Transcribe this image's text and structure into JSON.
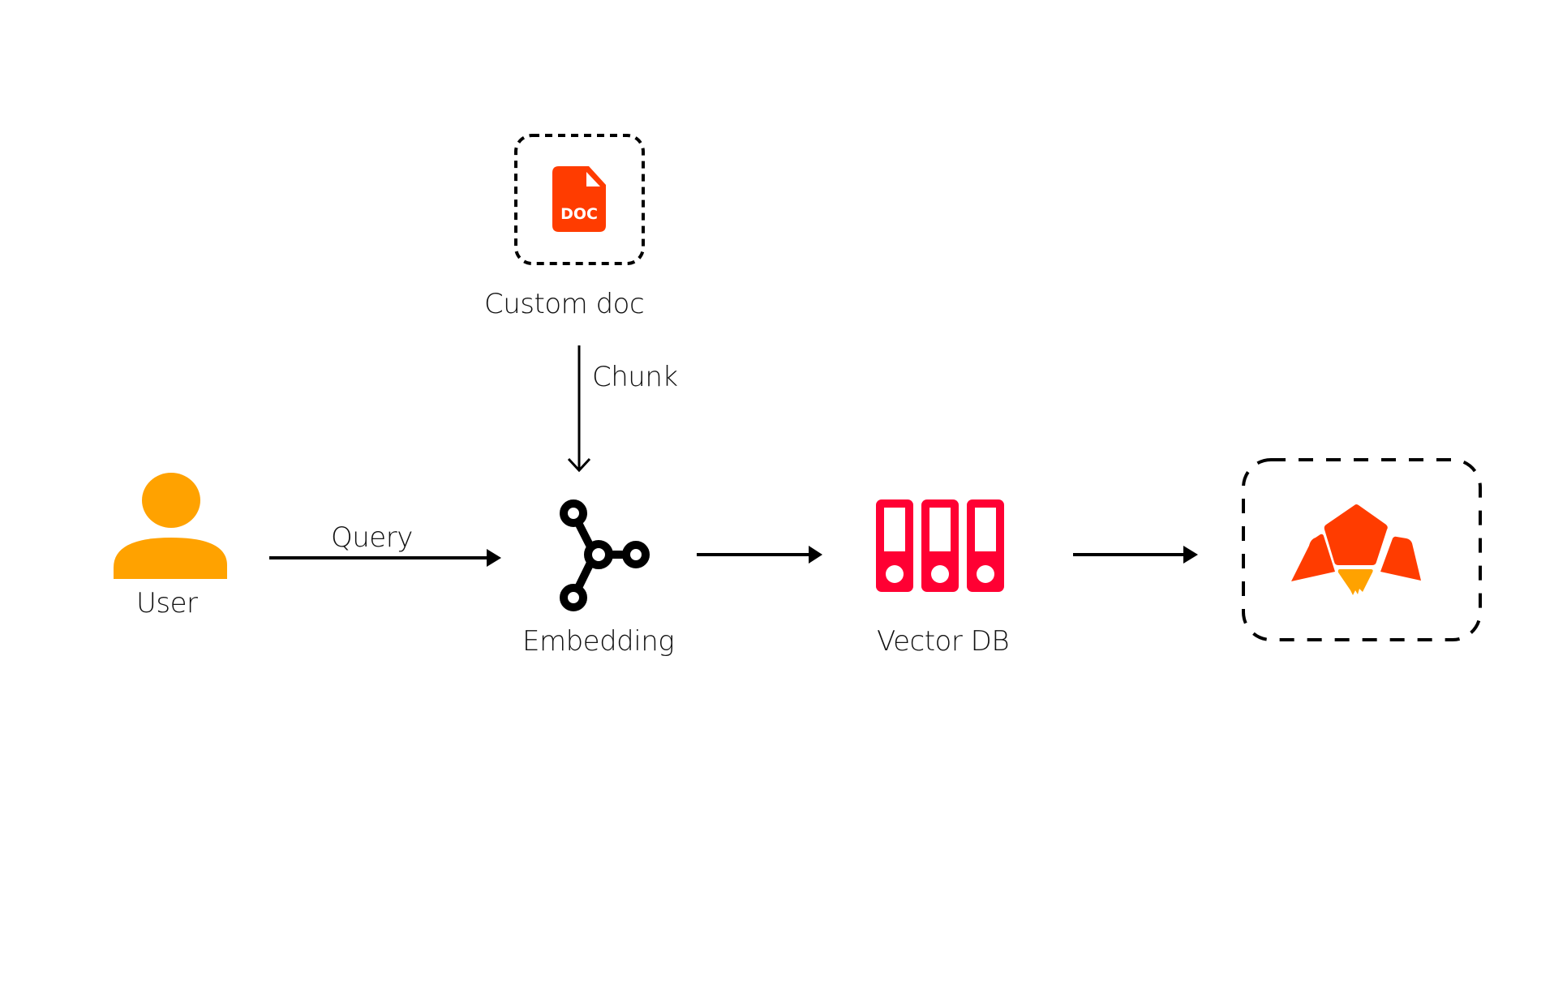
{
  "nodes": {
    "custom_doc": {
      "label": "Custom doc",
      "icon": "doc-file-icon",
      "icon_text": "DOC"
    },
    "user": {
      "label": "User",
      "icon": "user-icon"
    },
    "embedding": {
      "label": "Embedding",
      "icon": "embedding-nodes-icon"
    },
    "vector_db": {
      "label": "Vector DB",
      "icon": "binders-database-icon"
    },
    "llm": {
      "label": "",
      "icon": "bird-logo-icon"
    }
  },
  "edges": [
    {
      "from": "custom_doc",
      "to": "embedding",
      "label": "Chunk"
    },
    {
      "from": "user",
      "to": "embedding",
      "label": "Query"
    },
    {
      "from": "embedding",
      "to": "vector_db",
      "label": ""
    },
    {
      "from": "vector_db",
      "to": "llm",
      "label": ""
    }
  ],
  "colors": {
    "doc": "#ff3c00",
    "user": "#ffa200",
    "vector_db": "#ff0033",
    "logo_primary": "#ff3c00",
    "logo_beak": "#ffa200",
    "line": "#000000"
  }
}
